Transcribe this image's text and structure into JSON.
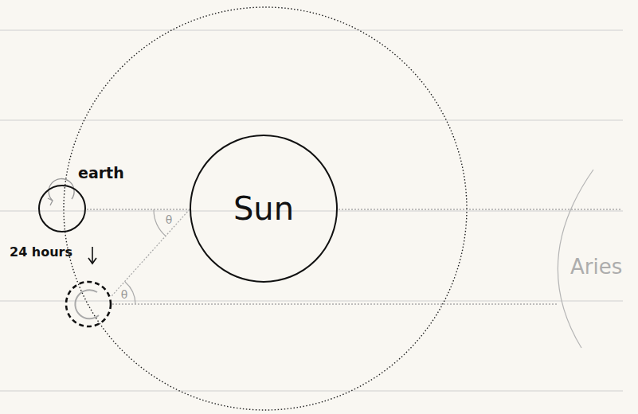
{
  "diagram": {
    "nodes": [
      {
        "text": [
          "earth"
        ]
      },
      {
        "text": [
          "Sun"
        ]
      },
      {
        "text": [
          "Aries"
        ]
      }
    ],
    "labels": [
      "24 hours",
      "θ",
      "θ"
    ]
  }
}
